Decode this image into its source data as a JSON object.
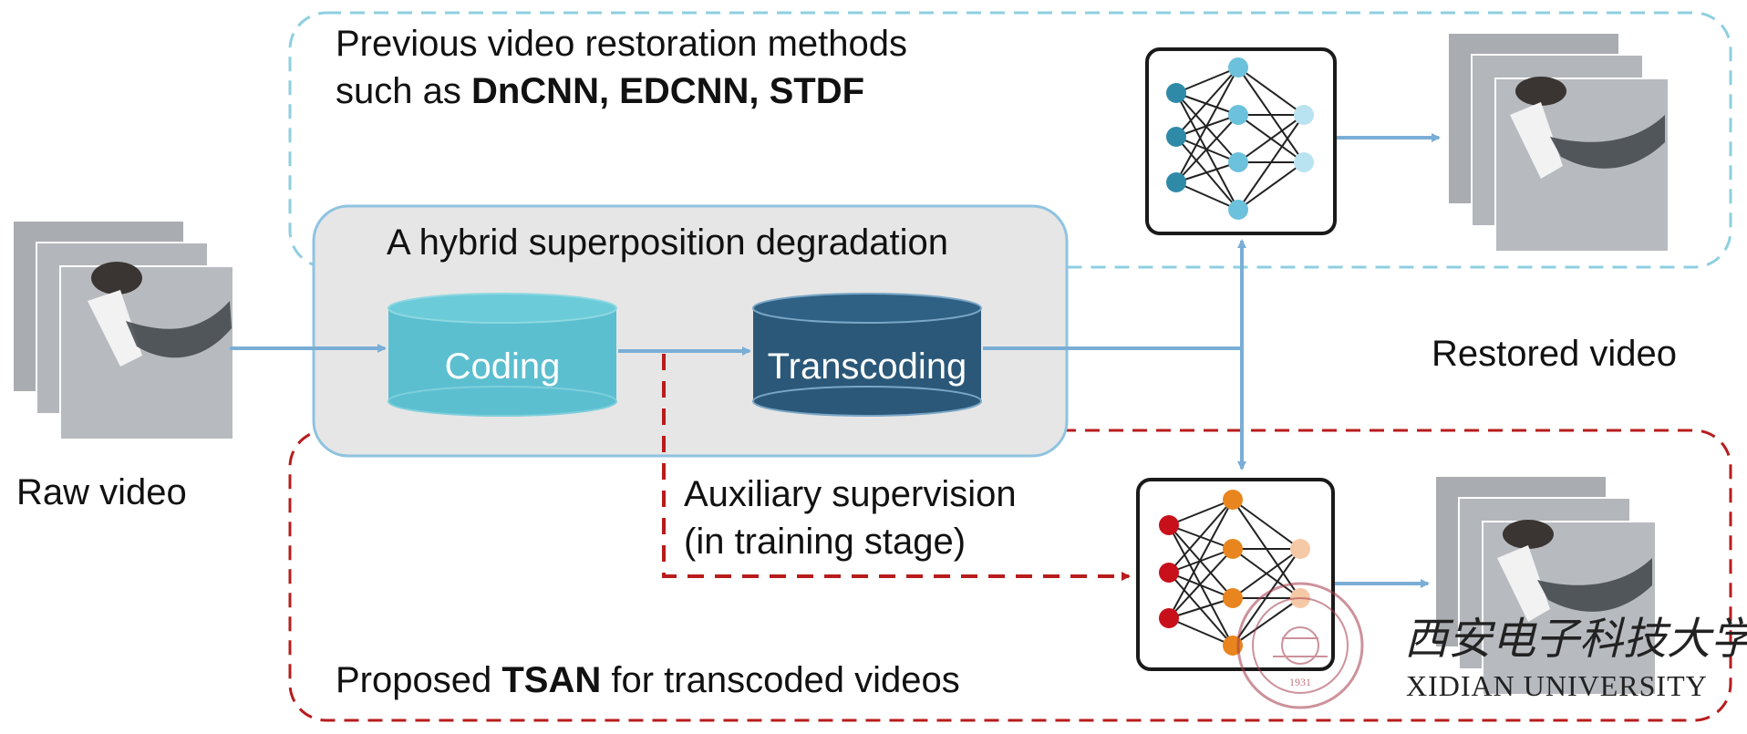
{
  "diagram": {
    "previous_methods": {
      "line1": "Previous video restoration methods",
      "line2_prefix": "such as ",
      "line2_bold": "DnCNN, EDCNN, STDF"
    },
    "degradation": {
      "title": "A hybrid superposition degradation",
      "coding_label": "Coding",
      "transcoding_label": "Transcoding"
    },
    "raw_video_label": "Raw video",
    "restored_video_label": "Restored video",
    "auxiliary": {
      "line1": "Auxiliary supervision",
      "line2": "(in training stage)"
    },
    "proposed": {
      "prefix": "Proposed ",
      "bold": "TSAN",
      "suffix": " for transcoded videos"
    },
    "logo": {
      "chinese": "西安电子科技大学",
      "english": "XIDIAN UNIVERSITY",
      "seal_year": "1931"
    },
    "colors": {
      "previous_box": "#8ecfe0",
      "proposed_box": "#b81c1c",
      "degradation_fill": "#e6e6e6",
      "degradation_border": "#8ec3e0",
      "coding": "#5bbfd0",
      "transcoding": "#2b5878",
      "arrow": "#7aaed6",
      "net1_input": "#2f8aa8",
      "net1_hidden": "#6cc1dc",
      "net2_input": "#c8101a",
      "net2_hidden": "#e8851e",
      "logo": "#a43a4a"
    }
  }
}
